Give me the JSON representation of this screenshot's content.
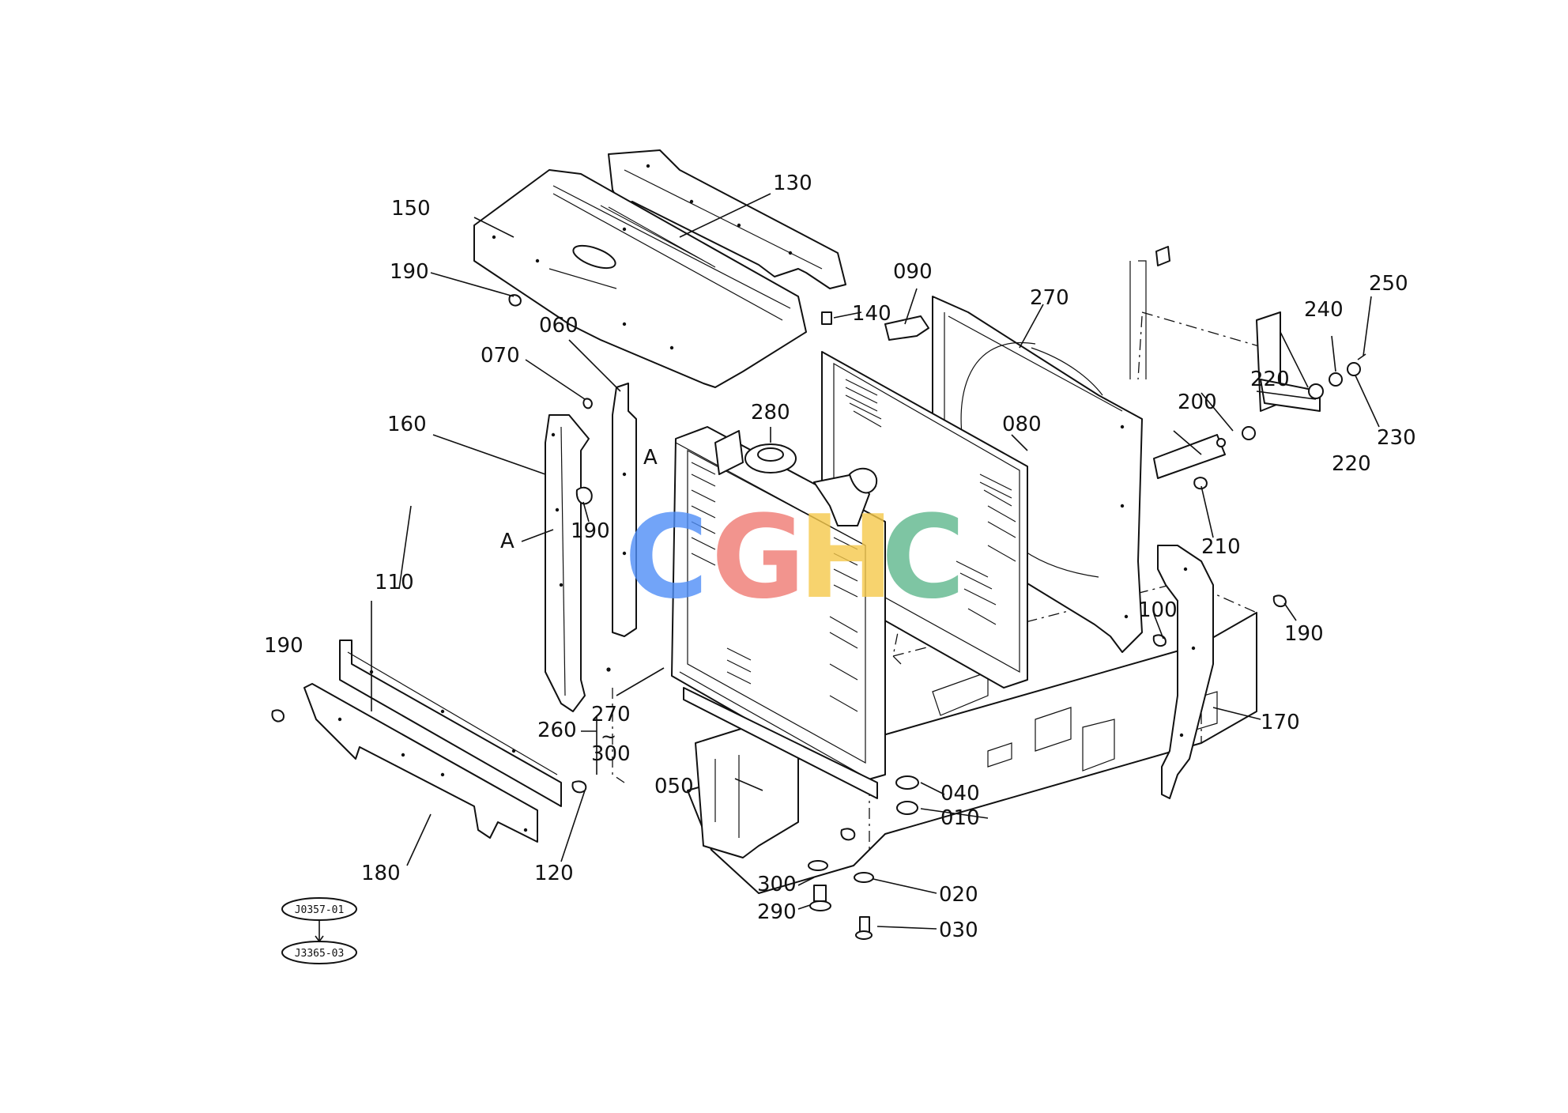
{
  "watermark": "CGHC",
  "watermark_colors": [
    "#4f8ef7",
    "#f07a73",
    "#f6c94b",
    "#5fb78d"
  ],
  "callouts": {
    "c010": "010",
    "c020": "020",
    "c030": "030",
    "c040": "040",
    "c050": "050",
    "c060": "060",
    "c070": "070",
    "c080": "080",
    "c090": "090",
    "c100": "100",
    "c110": "110",
    "c120": "120",
    "c130": "130",
    "c140": "140",
    "c150": "150",
    "c160": "160",
    "c170": "170",
    "c180": "180",
    "c190a": "190",
    "c190b": "190",
    "c190c": "190",
    "c190d": "190",
    "c200": "200",
    "c210": "210",
    "c220a": "220",
    "c220b": "220",
    "c230": "230",
    "c240": "240",
    "c250": "250",
    "c260": "260",
    "c270a": "270",
    "c270b": "270",
    "c280": "280",
    "c290": "290",
    "c300a": "300",
    "c300b": "300"
  },
  "section_marks": {
    "a1": "A",
    "a2": "A"
  },
  "references": {
    "ref1": "J0357-01",
    "ref2": "J3365-03"
  }
}
